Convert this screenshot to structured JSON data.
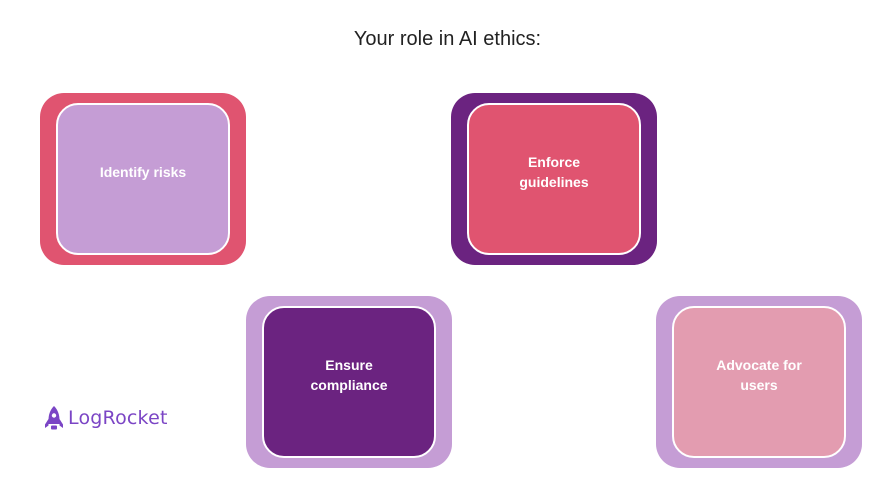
{
  "title": "Your role in AI ethics:",
  "cards": [
    {
      "label": "Identify risks",
      "outer_color": "#E05470",
      "inner_color": "#C59DD5"
    },
    {
      "label": "Enforce guidelines",
      "outer_color": "#6B2380",
      "inner_color": "#E05470"
    },
    {
      "label": "Ensure compliance",
      "outer_color": "#C59DD5",
      "inner_color": "#6B2380"
    },
    {
      "label": "Advocate for users",
      "outer_color": "#C59DD5",
      "inner_color": "#E39CB0"
    }
  ],
  "logo": {
    "text": "LogRocket",
    "color": "#7B45C5",
    "icon": "rocket-icon"
  }
}
